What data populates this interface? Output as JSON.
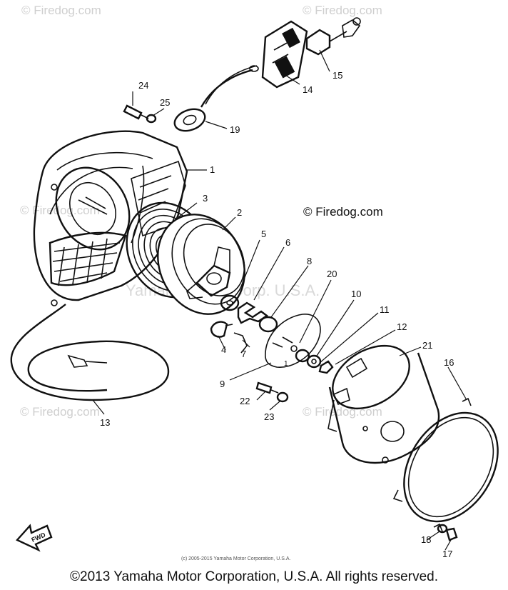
{
  "watermarks": {
    "tl": "© Firedog.com",
    "tr": "© Firedog.com",
    "ml": "© Firedog.com",
    "main": "© Firedog.com",
    "bl": "© Firedog.com",
    "br": "© Firedog.com",
    "faint": "Yamaha Motor Corp. U.S.A."
  },
  "parts": [
    {
      "id": "1",
      "label": "1"
    },
    {
      "id": "2",
      "label": "2"
    },
    {
      "id": "3",
      "label": "3"
    },
    {
      "id": "4",
      "label": "4"
    },
    {
      "id": "5",
      "label": "5"
    },
    {
      "id": "6",
      "label": "6"
    },
    {
      "id": "7",
      "label": "7"
    },
    {
      "id": "8",
      "label": "8"
    },
    {
      "id": "9",
      "label": "9"
    },
    {
      "id": "10",
      "label": "10"
    },
    {
      "id": "11",
      "label": "11"
    },
    {
      "id": "12",
      "label": "12"
    },
    {
      "id": "13",
      "label": "13"
    },
    {
      "id": "14",
      "label": "14"
    },
    {
      "id": "15",
      "label": "15"
    },
    {
      "id": "16",
      "label": "16"
    },
    {
      "id": "17",
      "label": "17"
    },
    {
      "id": "18",
      "label": "18"
    },
    {
      "id": "19",
      "label": "19"
    },
    {
      "id": "20",
      "label": "20"
    },
    {
      "id": "21",
      "label": "21"
    },
    {
      "id": "22",
      "label": "22"
    },
    {
      "id": "23",
      "label": "23"
    },
    {
      "id": "24",
      "label": "24"
    },
    {
      "id": "25",
      "label": "25"
    }
  ],
  "fwd_label": "FWD",
  "small_copyright": "(c) 2005-2015 Yamaha Motor Corporation, U.S.A.",
  "copyright": "©2013 Yamaha Motor Corporation, U.S.A. All rights reserved."
}
